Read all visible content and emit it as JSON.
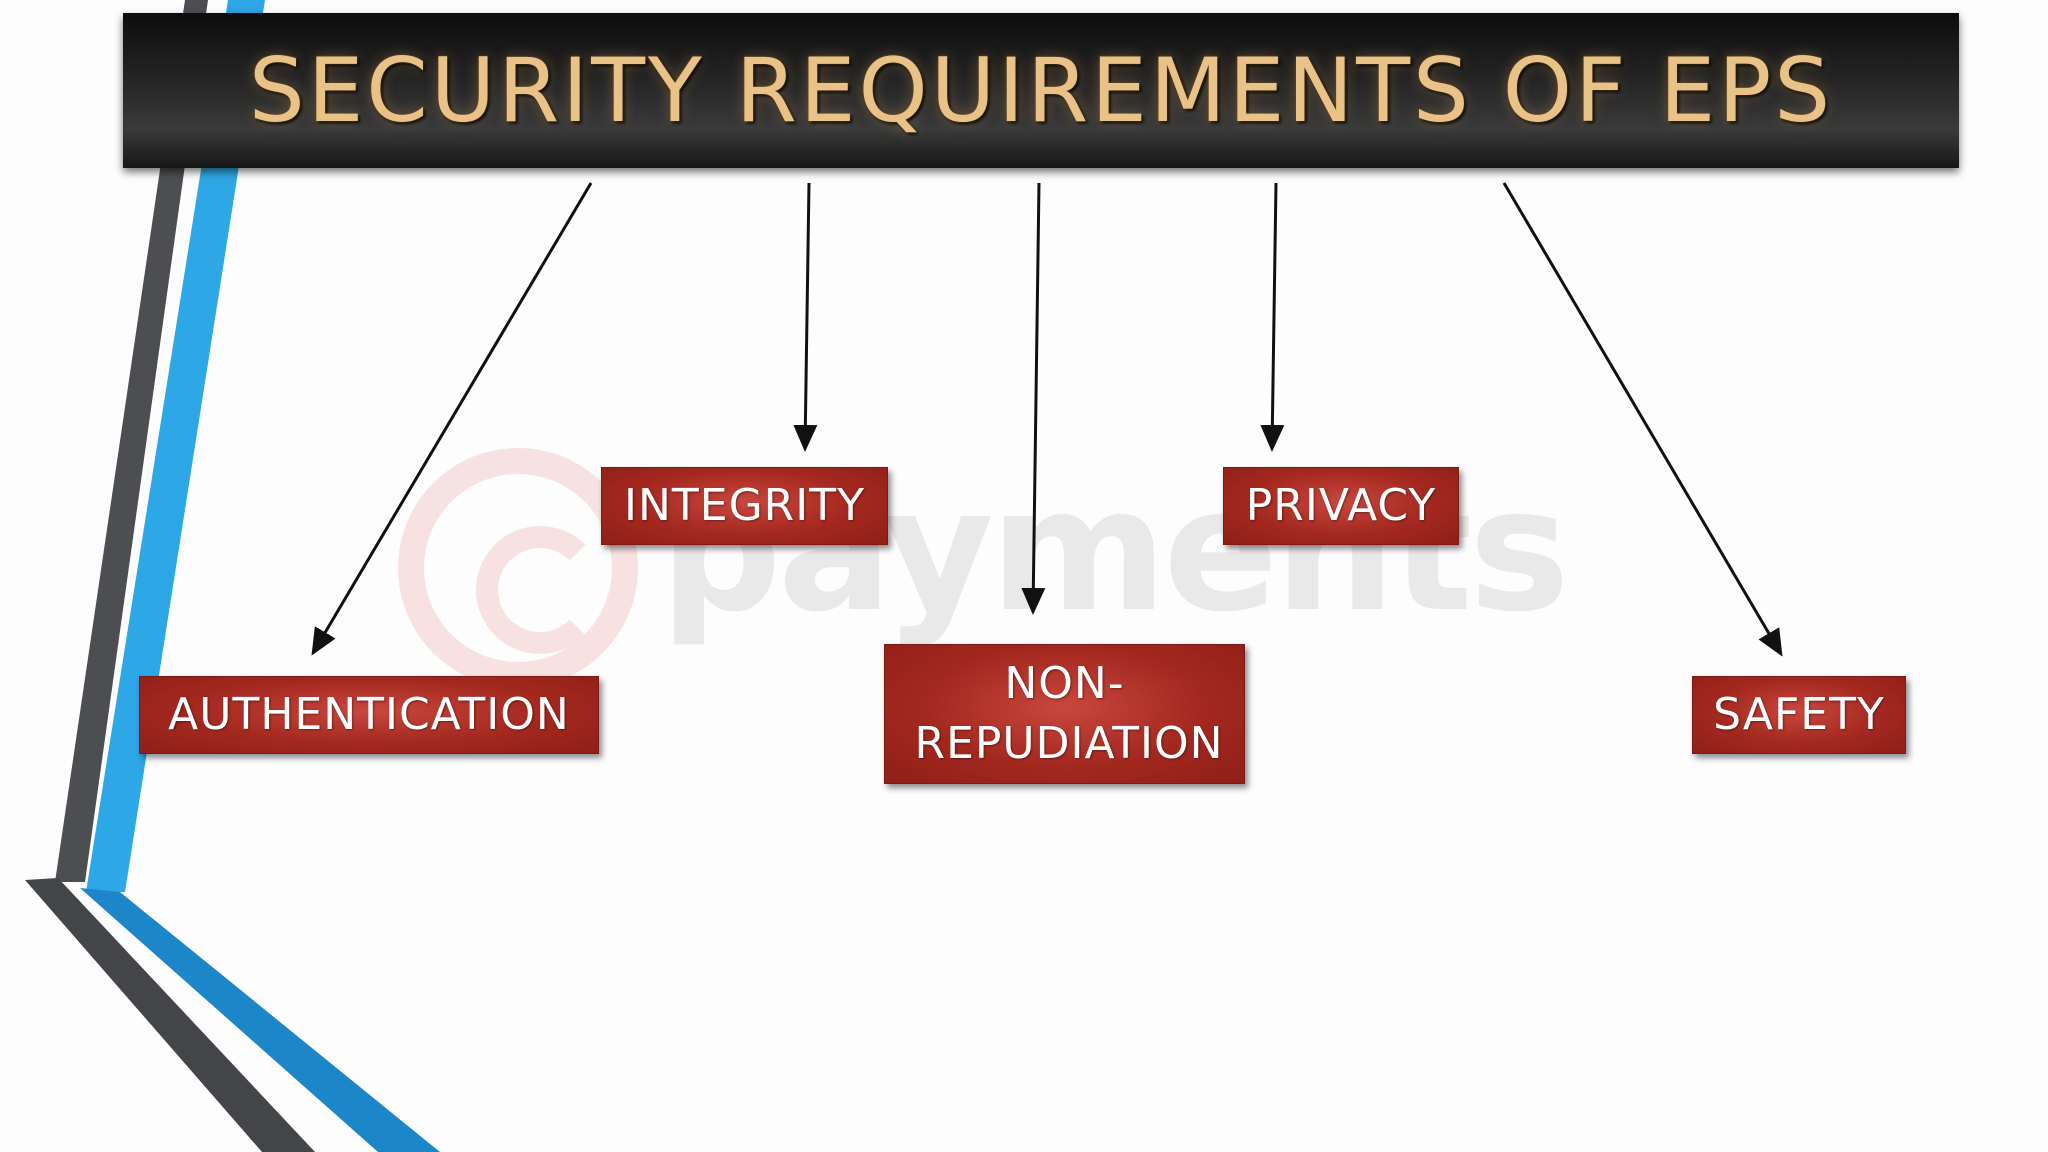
{
  "title": "SECURITY REQUIREMENTS OF EPS",
  "requirements": [
    {
      "label": "AUTHENTICATION"
    },
    {
      "label": "INTEGRITY"
    },
    {
      "label": "NON-REPUDIATION"
    },
    {
      "label": "PRIVACY"
    },
    {
      "label": "SAFETY"
    }
  ],
  "watermark": {
    "text": "payments",
    "logo": "e-payments-logo"
  },
  "colors": {
    "title_bar": "#1f1f1f",
    "title_text": "#e9c287",
    "box_fill": "#a3281f",
    "box_text": "#ffffff",
    "accent_blue": "#2ea7e6",
    "accent_gray": "#4d4d4f",
    "arrow": "#111111"
  }
}
